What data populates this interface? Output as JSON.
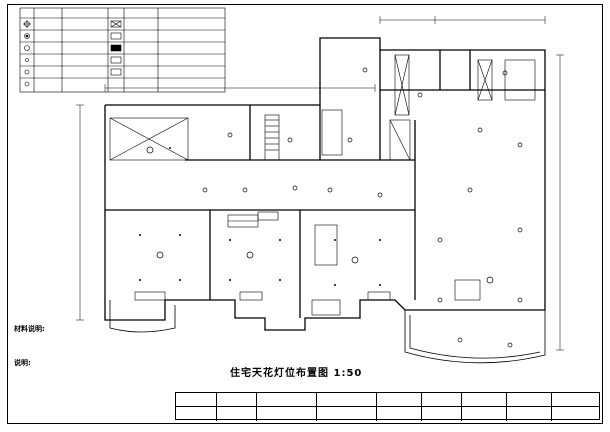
{
  "drawing": {
    "title": "住宅天花灯位布置图  1:50",
    "notes_heading": "材料说明:",
    "remarks_heading": "说明:"
  }
}
